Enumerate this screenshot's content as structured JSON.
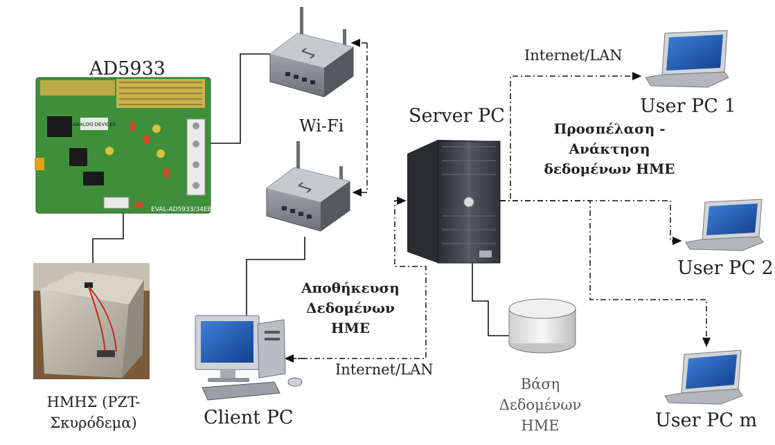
{
  "diagram": {
    "board_label": "AD5933",
    "board_silkscreen": "EVAL-AD5933/34EB",
    "board_brand": "ANALOG DEVICES",
    "wifi_label": "Wi-Fi",
    "server_label": "Server PC",
    "client_label": "Client PC",
    "specimen_label_line1": "ΗΜΗΣ (PZT-",
    "specimen_label_line2": "Σκυρόδεμα)",
    "internet_top": "Internet/LAN",
    "internet_bottom": "Internet/LAN",
    "access_line1": "Προσπέλαση -",
    "access_line2": "Ανάκτηση",
    "access_line3": "δεδομένων ΗΜΕ",
    "store_line1": "Αποθήκευση",
    "store_line2": "Δεδομένων",
    "store_line3": "ΗΜΕ",
    "db_line1": "Βάση",
    "db_line2": "Δεδομένων",
    "db_line3": "ΗΜΕ",
    "user1": "User PC 1",
    "user2": "User PC 2",
    "userm": "User PC m",
    "colors": {
      "board_green": "#3f8f3a",
      "router_gray": "#8a8d91",
      "server_dark": "#3c3f44",
      "concrete": "#b9b3a6"
    }
  }
}
